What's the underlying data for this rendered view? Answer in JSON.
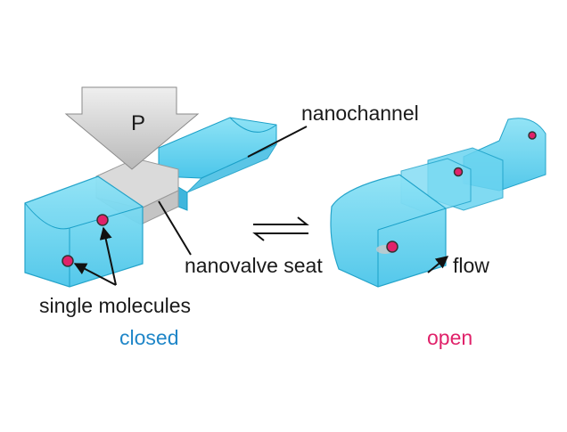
{
  "labels": {
    "press": "P",
    "nanochannel": "nanochannel",
    "nanovalve_seat": "nanovalve seat",
    "single_molecules": "single molecules",
    "flow": "flow",
    "closed": "closed",
    "open": "open"
  },
  "colors": {
    "channel_fill": "#5fd0ee",
    "channel_edge": "#1aa0c8",
    "seat_fill": "#d9d9d9",
    "press_fill": "#cfcfcf",
    "molecule_fill": "#e0226a",
    "closed_text": "#1f86c8",
    "open_text": "#e0226a"
  }
}
